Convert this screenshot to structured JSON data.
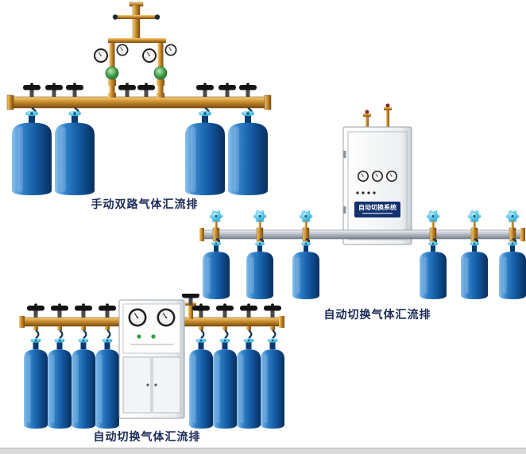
{
  "page": {
    "background": "#ffffff",
    "footer_strip": "#d8d8d8"
  },
  "products": [
    {
      "label": "手动双路气体汇流排"
    },
    {
      "label": "自动切换气体汇流排"
    },
    {
      "label": "自动切换气体汇流排"
    }
  ],
  "cabinet_plate": {
    "text": "自动切换系统"
  },
  "colors": {
    "label_text": "#1b2a55",
    "cylinder_blue": "#1460a8",
    "brass": "#c98c2c",
    "valve_cyan": "#4cc0e4",
    "regulator_green": "#3d9a46",
    "pipe_silver": "#bcc4cc",
    "plate_navy": "#13316e"
  }
}
